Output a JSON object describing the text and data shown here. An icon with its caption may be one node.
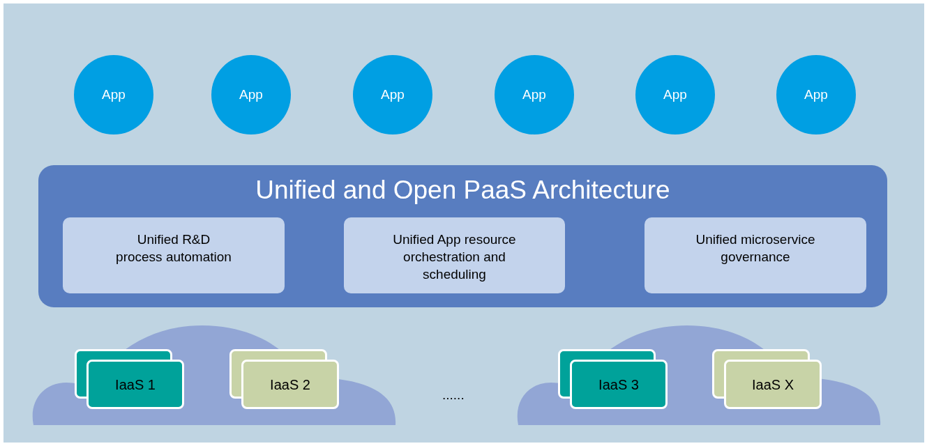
{
  "diagram": {
    "nodes": [
      {
        "text": [
          "App"
        ]
      },
      {
        "text": [
          "App"
        ]
      },
      {
        "text": [
          "App"
        ]
      },
      {
        "text": [
          "App"
        ]
      },
      {
        "text": [
          "App"
        ]
      },
      {
        "text": [
          "App"
        ]
      },
      {
        "text": [
          "Unified and Open PaaS Architecture"
        ]
      },
      {
        "text": [
          "Unified R&D process automation"
        ],
        "in": 6
      },
      {
        "text": [
          "Unified App resource orchestration and scheduling"
        ],
        "in": 6
      },
      {
        "text": [
          "Unified microservice governance"
        ],
        "in": 6
      },
      {
        "text": [],
        "shape": "cloud"
      },
      {
        "text": [
          "IaaS 1"
        ],
        "in": 10
      },
      {
        "text": [
          "IaaS 2"
        ],
        "in": 10
      },
      {
        "text": [],
        "shape": "cloud"
      },
      {
        "text": [
          "IaaS 3"
        ],
        "in": 13
      },
      {
        "text": [
          "IaaS X"
        ],
        "in": 13
      }
    ],
    "edges": [],
    "labels": [
      "......"
    ]
  }
}
